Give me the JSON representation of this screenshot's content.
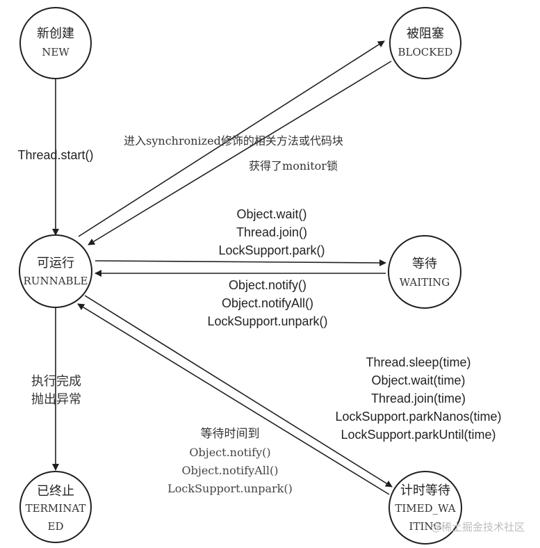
{
  "states": {
    "new": {
      "cn": "新创建",
      "en": "NEW"
    },
    "blocked": {
      "cn": "被阻塞",
      "en": "BLOCKED"
    },
    "runnable": {
      "cn": "可运行",
      "en": "RUNNABLE"
    },
    "waiting": {
      "cn": "等待",
      "en": "WAITING"
    },
    "terminated": {
      "cn": "已终止",
      "en_line1": "TERMINAT",
      "en_line2": "ED"
    },
    "timed_waiting": {
      "cn": "计时等待",
      "en_line1": "TIMED_WA",
      "en_line2": "ITING"
    }
  },
  "transitions": {
    "new_to_runnable": [
      "Thread.start()"
    ],
    "runnable_to_blocked": [
      "进入synchronized修饰的相关方法或代码块"
    ],
    "blocked_to_runnable": [
      "获得了monitor锁"
    ],
    "runnable_to_waiting": [
      "Object.wait()",
      "Thread.join()",
      "LockSupport.park()"
    ],
    "waiting_to_runnable": [
      "Object.notify()",
      "Object.notifyAll()",
      "LockSupport.unpark()"
    ],
    "runnable_to_terminated": [
      "执行完成",
      "抛出异常"
    ],
    "runnable_to_timed_waiting": [
      "Thread.sleep(time)",
      "Object.wait(time)",
      "Thread.join(time)",
      "LockSupport.parkNanos(time)",
      "LockSupport.parkUntil(time)"
    ],
    "timed_waiting_to_runnable": [
      "等待时间到",
      "Object.notify()",
      "Object.notifyAll()",
      "LockSupport.unpark()"
    ]
  },
  "watermark": "@稀土掘金技术社区"
}
